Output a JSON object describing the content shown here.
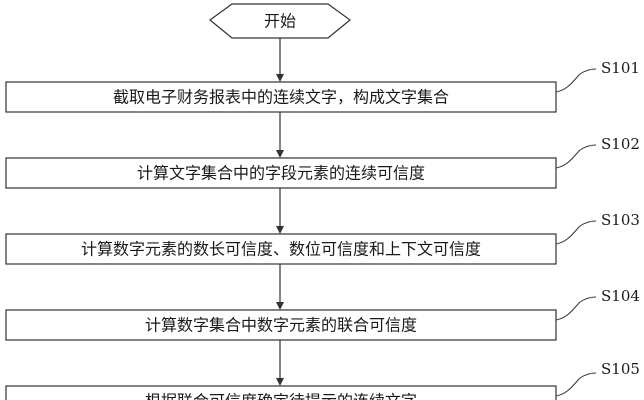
{
  "flowchart": {
    "start": {
      "label": "开始"
    },
    "steps": [
      {
        "id": "S101",
        "text": "截取电子财务报表中的连续文字，构成文字集合"
      },
      {
        "id": "S102",
        "text": "计算文字集合中的字段元素的连续可信度"
      },
      {
        "id": "S103",
        "text": "计算数字元素的数长可信度、数位可信度和上下文可信度"
      },
      {
        "id": "S104",
        "text": "计算数字集合中数字元素的联合可信度"
      },
      {
        "id": "S105",
        "text": "根据联合可信度确定待提示的连续文字"
      }
    ]
  }
}
